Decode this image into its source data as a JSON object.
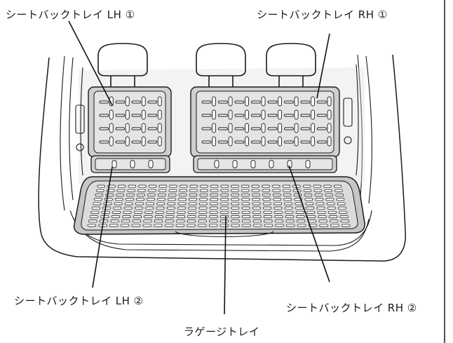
{
  "labels": {
    "lh1": "シートバックトレイ LH ①",
    "rh1": "シートバックトレイ RH ①",
    "lh2": "シートバックトレイ LH ②",
    "rh2": "シートバックトレイ RH ②",
    "luggage": "ラゲージトレイ"
  }
}
